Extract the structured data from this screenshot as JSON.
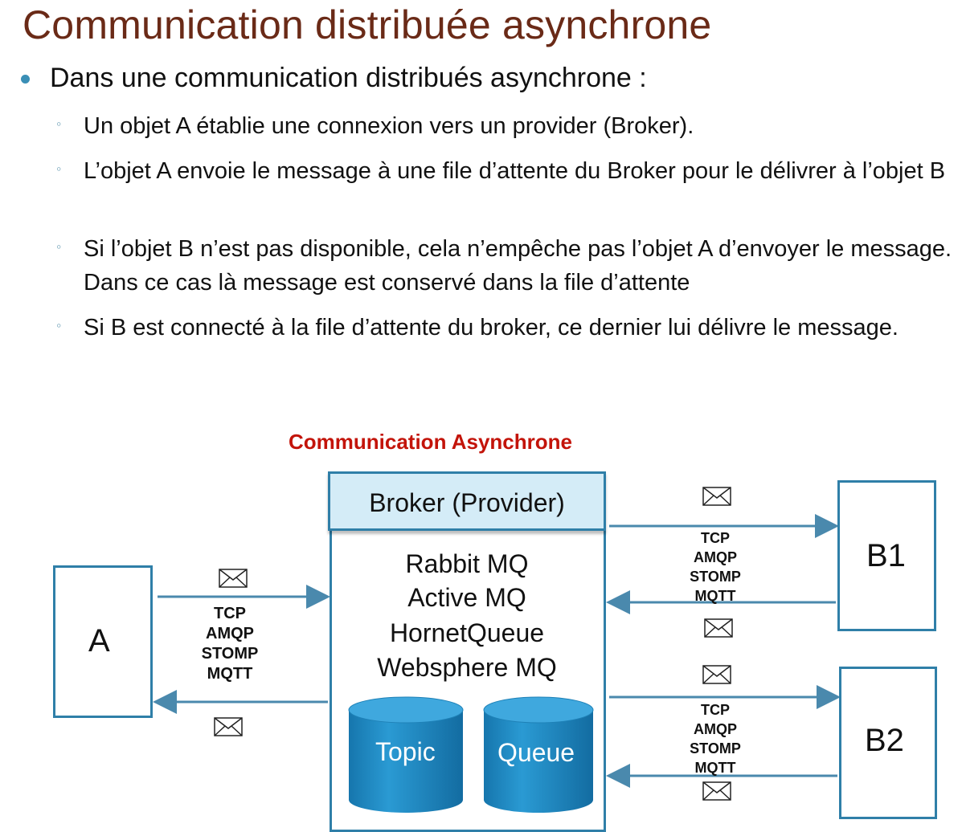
{
  "slide": {
    "title": "Communication distribuée asynchrone",
    "bullet": "Dans une communication distribués asynchrone :",
    "sub_items": [
      "Un objet A établie une connexion vers un provider (Broker).",
      "L’objet A envoie le message à une file d’attente du Broker pour le délivrer à l’objet B",
      "Si l’objet B n’est pas disponible, cela n’empêche pas l’objet A d’envoyer le message. Dans ce cas là message est conservé dans la file d’attente",
      "Si B est connecté à la file d’attente du broker, ce dernier lui délivre le message."
    ]
  },
  "diagram": {
    "title": "Communication  Asynchrone",
    "node_a": "A",
    "node_b1": "B1",
    "node_b2": "B2",
    "broker_header": "Broker (Provider)",
    "implementations": [
      "Rabbit MQ",
      "Active MQ",
      "HornetQueue",
      "Websphere MQ"
    ],
    "topic_label": "Topic",
    "queue_label": "Queue",
    "protocols_a": [
      "TCP",
      "AMQP",
      "STOMP",
      "MQTT"
    ],
    "protocols_b1": [
      "TCP",
      "AMQP",
      "STOMP",
      "MQTT"
    ],
    "protocols_b2": [
      "TCP",
      "AMQP",
      "STOMP",
      "MQTT"
    ],
    "envelope_icon": "envelope-icon",
    "colors": {
      "title": "#6a2a17",
      "diagram_title": "#c3140a",
      "box_border": "#2f7fa8",
      "broker_header_fill": "#d4ecf7",
      "cylinder_fill": "#1f8fc6",
      "bullet": "#3a8fb6"
    }
  }
}
